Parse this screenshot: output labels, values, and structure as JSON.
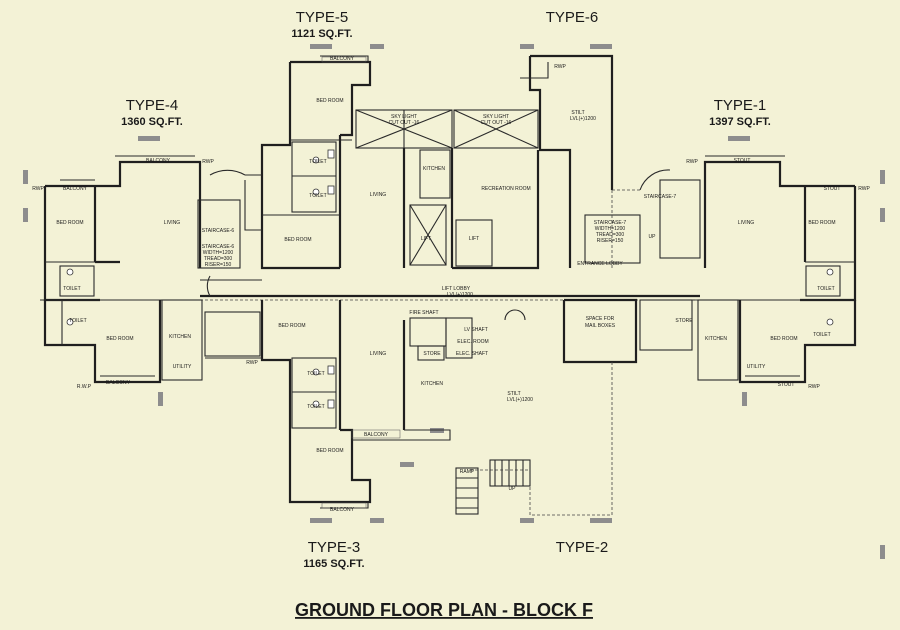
{
  "title": "GROUND FLOOR PLAN - BLOCK F",
  "units": [
    {
      "name": "TYPE-5",
      "area": "1121 SQ.FT."
    },
    {
      "name": "TYPE-6",
      "area": ""
    },
    {
      "name": "TYPE-4",
      "area": "1360 SQ.FT."
    },
    {
      "name": "TYPE-1",
      "area": "1397 SQ.FT."
    },
    {
      "name": "TYPE-3",
      "area": "1165 SQ.FT."
    },
    {
      "name": "TYPE-2",
      "area": ""
    }
  ],
  "rooms": {
    "balcony": "BALCONY",
    "bed_room": "BED ROOM",
    "living": "LIVING",
    "toilet": "TOILET",
    "kitchen": "KITCHEN",
    "utility": "UTILITY",
    "rwp": "RWP",
    "rwp_dot": "R.W.P",
    "stout": "STOUT",
    "store": "STORE",
    "lift": "LIFT",
    "lift_lobby": "LIFT LOBBY",
    "recreation_room": "RECREATION ROOM",
    "entrance_lobby": "ENTRANCE LOBBY",
    "stilt": "STILT",
    "level": "LVL(+)1200",
    "fire_shaft": "FIRE SHAFT",
    "lv_shaft": "LV SHAFT",
    "elec_room": "ELEC. ROOM",
    "elec_shaft": "ELEC. SHAFT",
    "space_for_mail_boxes_1": "SPACE FOR",
    "space_for_mail_boxes_2": "MAIL BOXES",
    "ramp": "RAMP",
    "up": "UP",
    "skylight_1": "SKY LIGHT",
    "skylight_2": "CUT OUT -16",
    "staircase_6": "STAIRCASE-6",
    "staircase_7": "STAIRCASE-7",
    "width": "WIDTH=1200",
    "tread": "TREAD=300",
    "riser": "RISER=150",
    "riser_6": "RISER=150"
  }
}
